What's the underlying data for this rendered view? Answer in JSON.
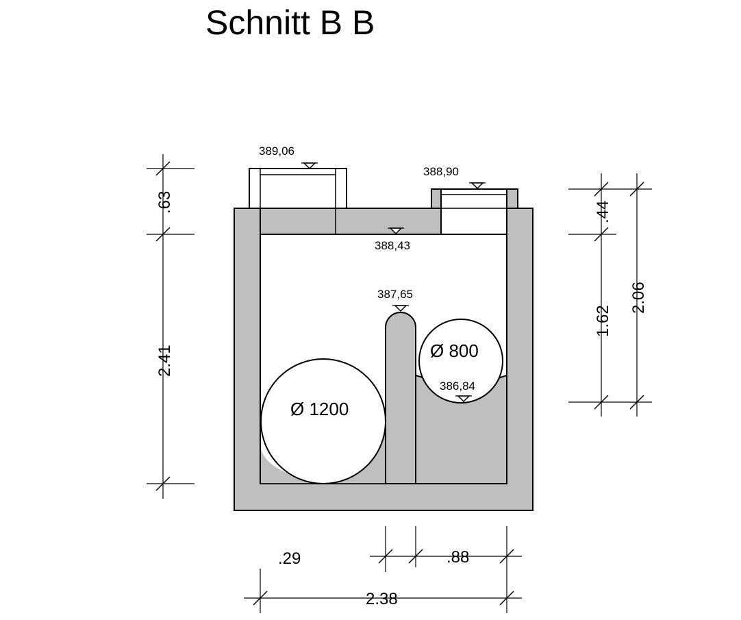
{
  "title": "Schnitt B B",
  "levels": {
    "top_left": "389,06",
    "top_right": "388,90",
    "ceiling": "388,43",
    "weir_crest": "387,65",
    "small_pipe_invert": "386,84"
  },
  "pipes": {
    "large": "Ø 1200",
    "small": "Ø 800"
  },
  "dimensions": {
    "left_upper": ".63",
    "left_lower": "2.41",
    "right_upper": ".44",
    "right_middle": "1.62",
    "right_total": "2.06",
    "bottom_wall": ".29",
    "bottom_right": ".88",
    "bottom_total": "2.38"
  },
  "colors": {
    "concrete": "#bfbfbf",
    "line": "#000000",
    "background": "#ffffff"
  }
}
